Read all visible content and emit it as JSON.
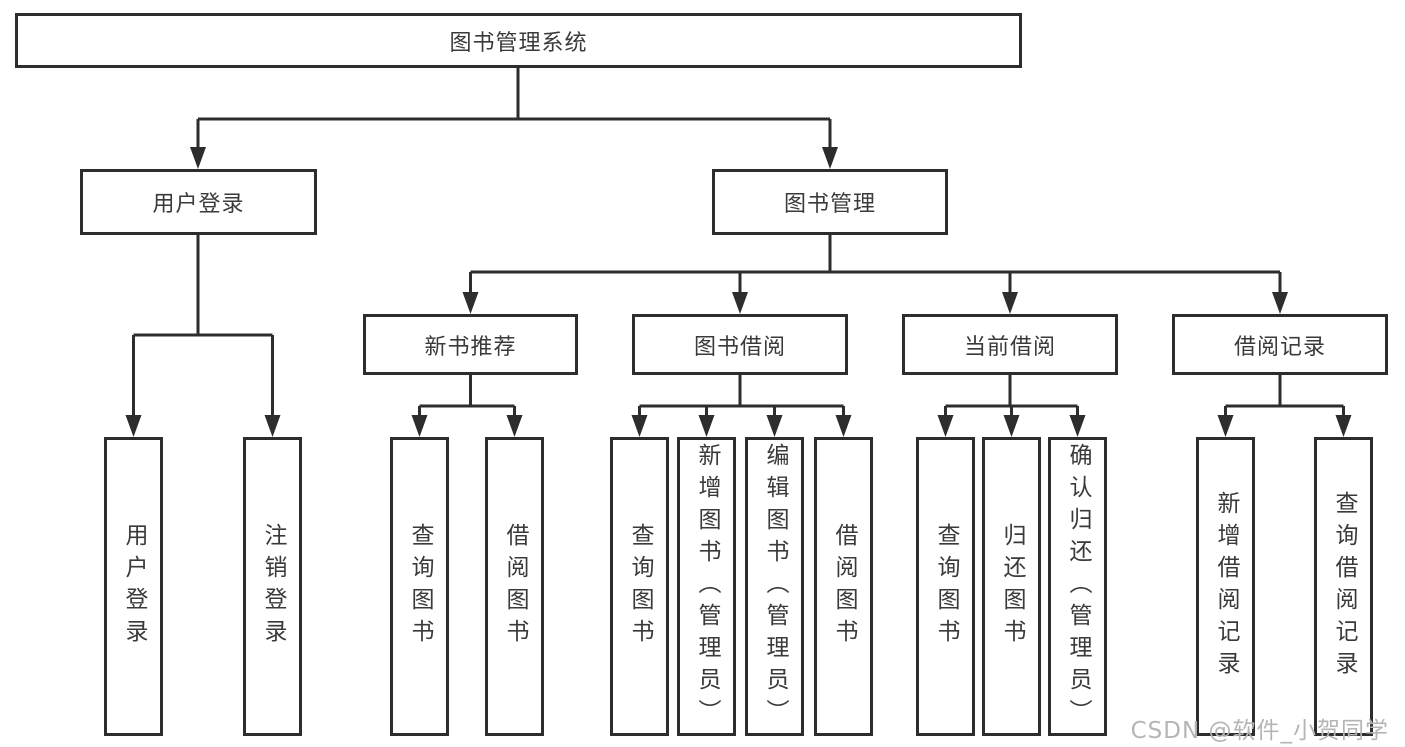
{
  "tree": {
    "label": "图书管理系统",
    "children": [
      {
        "label": "用户登录",
        "children": [
          {
            "label": "用户登录"
          },
          {
            "label": "注销登录"
          }
        ]
      },
      {
        "label": "图书管理",
        "children": [
          {
            "label": "新书推荐",
            "children": [
              {
                "label": "查询图书"
              },
              {
                "label": "借阅图书"
              }
            ]
          },
          {
            "label": "图书借阅",
            "children": [
              {
                "label": "查询图书"
              },
              {
                "label": "新增图书（管理员）"
              },
              {
                "label": "编辑图书（管理员）"
              },
              {
                "label": "借阅图书"
              }
            ]
          },
          {
            "label": "当前借阅",
            "children": [
              {
                "label": "查询图书"
              },
              {
                "label": "归还图书"
              },
              {
                "label": "确认归还（管理员）"
              }
            ]
          },
          {
            "label": "借阅记录",
            "children": [
              {
                "label": "新增借阅记录"
              },
              {
                "label": "查询借阅记录"
              }
            ]
          }
        ]
      }
    ]
  },
  "watermark": {
    "text": "CSDN @软件_小贺同学"
  },
  "colors": {
    "line": "#2d2d2d",
    "box_border": "#2d2d2d",
    "text": "#3a3a3a",
    "watermark": "#b5b5b5",
    "background": "#ffffff"
  }
}
